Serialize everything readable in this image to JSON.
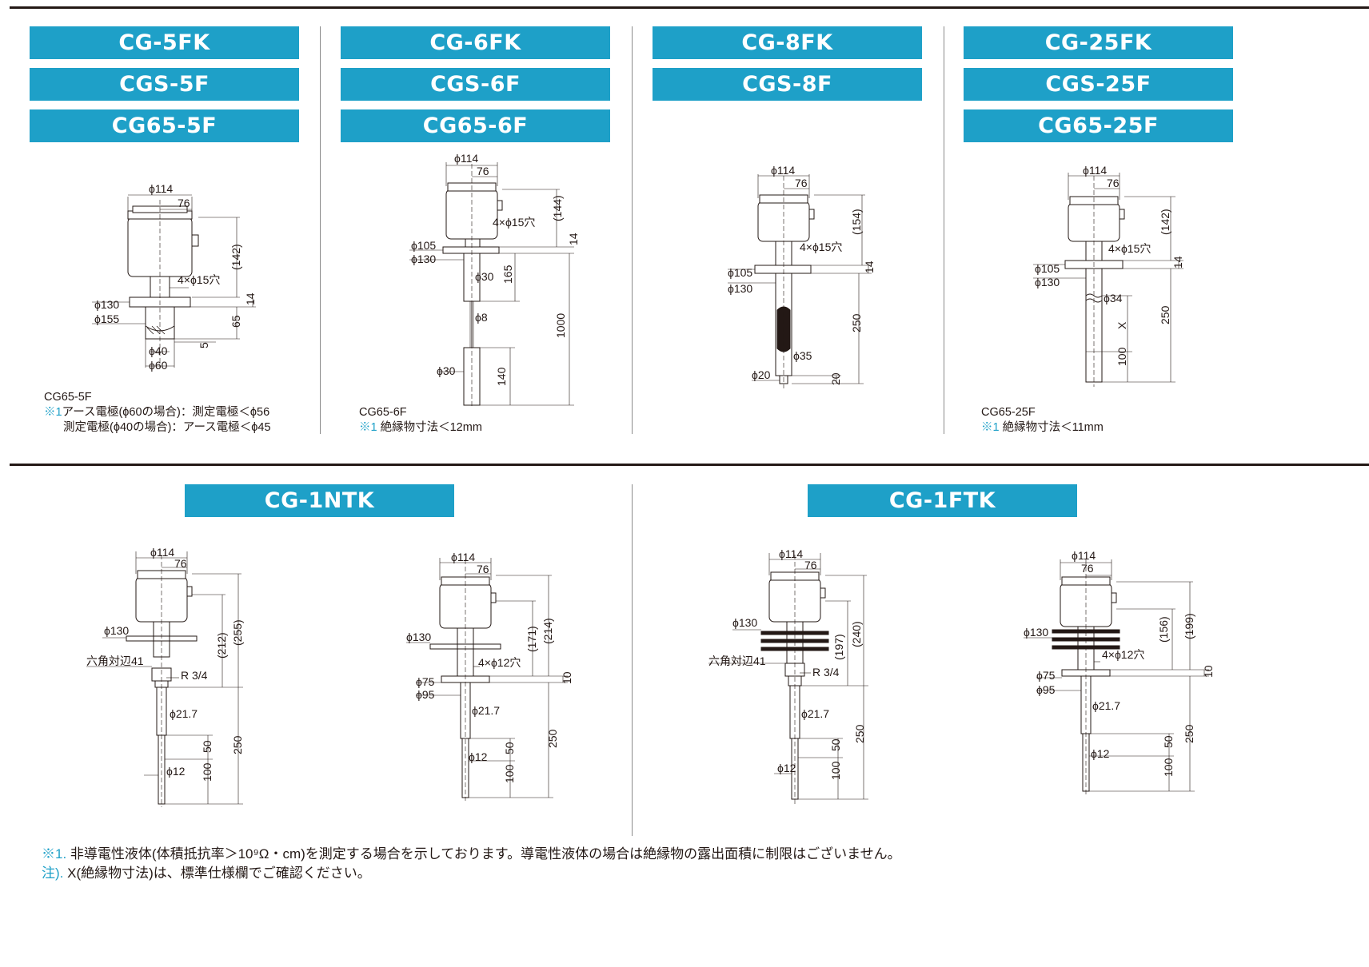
{
  "colors": {
    "accent": "#1ea0c8",
    "ink": "#231815"
  },
  "top": {
    "col1": {
      "titles": [
        "CG-5FK",
        "CGS-5F",
        "CG65-5F"
      ],
      "note_model": "CG65-5F",
      "note_mark": "※1",
      "note_line1": "アース電極(ϕ60の場合)：測定電極＜ϕ56",
      "note_line2": "測定電極(ϕ40の場合)：アース電極＜ϕ45",
      "dims": {
        "d114": "ϕ114",
        "d76": "76",
        "d142": "(142)",
        "hole": "4×ϕ15穴",
        "d130": "ϕ130",
        "d14": "14",
        "d155": "ϕ155",
        "d65": "65",
        "d5": "5",
        "d40": "ϕ40",
        "d60": "ϕ60"
      }
    },
    "col2": {
      "titles": [
        "CG-6FK",
        "CGS-6F",
        "CG65-6F"
      ],
      "note_model": "CG65-6F",
      "note_mark": "※1",
      "note_line1": "絶縁物寸法＜12mm",
      "dims": {
        "d114": "ϕ114",
        "d76": "76",
        "d144": "(144)",
        "hole": "4×ϕ15穴",
        "d14": "14",
        "d105": "ϕ105",
        "d130": "ϕ130",
        "d165": "165",
        "d30a": "ϕ30",
        "d8": "ϕ8",
        "d1000": "1000",
        "d30b": "ϕ30",
        "d140": "140"
      }
    },
    "col3": {
      "titles": [
        "CG-8FK",
        "CGS-8F"
      ],
      "dims": {
        "d114": "ϕ114",
        "d76": "76",
        "d154": "(154)",
        "hole": "4×ϕ15穴",
        "d14": "14",
        "d105": "ϕ105",
        "d130": "ϕ130",
        "d250": "250",
        "d35": "ϕ35",
        "d20a": "ϕ20",
        "d20b": "20"
      }
    },
    "col4": {
      "titles": [
        "CG-25FK",
        "CGS-25F",
        "CG65-25F"
      ],
      "note_model": "CG65-25F",
      "note_mark": "※1",
      "note_line1": "絶縁物寸法＜11mm",
      "dims": {
        "d114": "ϕ114",
        "d76": "76",
        "d142": "(142)",
        "hole": "4×ϕ15穴",
        "d14": "14",
        "d105": "ϕ105",
        "d130": "ϕ130",
        "d34": "ϕ34",
        "x": "X",
        "d250": "250",
        "d100": "100"
      }
    }
  },
  "bottom": {
    "left_title": "CG-1NTK",
    "right_title": "CG-1FTK",
    "ntk_a": {
      "d114": "ϕ114",
      "d76": "76",
      "d130": "ϕ130",
      "d212": "(212)",
      "d255": "(255)",
      "hex": "六角対辺41",
      "r34": "R 3/4",
      "d217": "ϕ21.7",
      "d250": "250",
      "d50": "50",
      "d12": "ϕ12",
      "d100": "100"
    },
    "ntk_b": {
      "d114": "ϕ114",
      "d76": "76",
      "d130": "ϕ130",
      "d171": "(171)",
      "d214": "(214)",
      "hole": "4×ϕ12穴",
      "d75": "ϕ75",
      "d95": "ϕ95",
      "d10": "10",
      "d217": "ϕ21.7",
      "d250": "250",
      "d50": "50",
      "d12": "ϕ12",
      "d100": "100"
    },
    "ftk_a": {
      "d114": "ϕ114",
      "d76": "76",
      "d130": "ϕ130",
      "d197": "(197)",
      "d240": "(240)",
      "hex": "六角対辺41",
      "r34": "R 3/4",
      "d217": "ϕ21.7",
      "d250": "250",
      "d50": "50",
      "d12": "ϕ12",
      "d100": "100"
    },
    "ftk_b": {
      "d114": "ϕ114",
      "d76": "76",
      "d130": "ϕ130",
      "d156": "(156)",
      "d199": "(199)",
      "hole": "4×ϕ12穴",
      "d75": "ϕ75",
      "d95": "ϕ95",
      "d10": "10",
      "d217": "ϕ21.7",
      "d250": "250",
      "d50": "50",
      "d12": "ϕ12",
      "d100": "100"
    }
  },
  "footnotes": {
    "f1_mark": "※1.",
    "f1_text": "非導電性液体(体積抵抗率＞10⁹Ω・cm)を測定する場合を示しております。導電性液体の場合は絶縁物の露出面積に制限はございません。",
    "f2_mark": "注).",
    "f2_text": "X(絶縁物寸法)は、標準仕様欄でご確認ください。"
  }
}
